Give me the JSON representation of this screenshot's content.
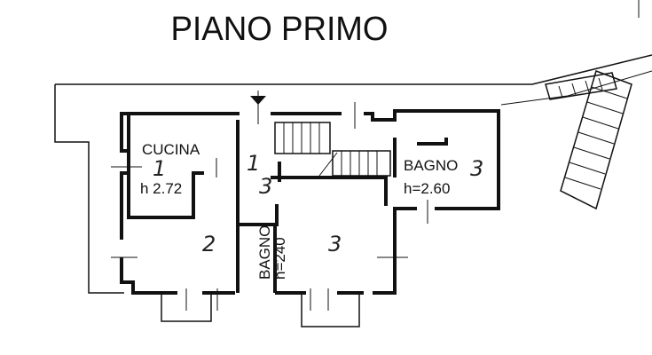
{
  "title": "PIANO PRIMO",
  "rooms": {
    "cucina": {
      "name": "CUCINA",
      "height": "h 2.72",
      "mark": "1"
    },
    "room2": {
      "mark": "2"
    },
    "room3": {
      "mark": "3"
    },
    "corridor": {
      "mark_top": "1",
      "mark_bottom": "3"
    },
    "bagno_right": {
      "name": "BAGNO",
      "height": "h=2.60",
      "mark": "3"
    },
    "bagno_small": {
      "name": "BAGNO",
      "height": "h=240"
    }
  }
}
